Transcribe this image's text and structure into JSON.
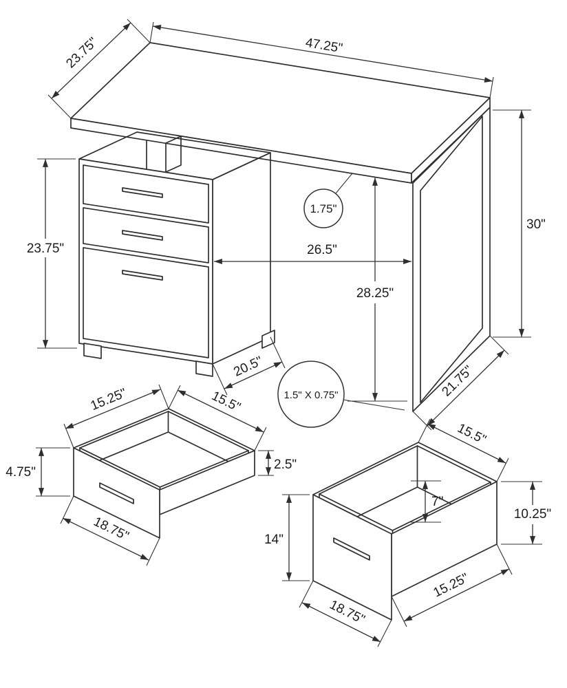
{
  "diagram": {
    "desk": {
      "width": "47.25\"",
      "depth": "23.75\"",
      "height": "30\"",
      "pedestal_height": "23.75\"",
      "top_thickness": "1.75\"",
      "clearance_width": "26.5\"",
      "clearance_height": "28.25\"",
      "pedestal_depth": "20.5\"",
      "leg_depth": "21.75\"",
      "leg_tube": "1.5\" X 0.75\""
    },
    "small_drawer": {
      "inner_width": "15.25\"",
      "inner_depth": "15.5\"",
      "front_height": "4.75\"",
      "side_height": "2.5\"",
      "outer_width": "18.75\""
    },
    "file_drawer": {
      "depth": "15.5\"",
      "inner_height": "7\"",
      "front_height": "14\"",
      "side_height": "10.25\"",
      "outer_width": "18.75\"",
      "inner_width": "15.25\""
    }
  }
}
